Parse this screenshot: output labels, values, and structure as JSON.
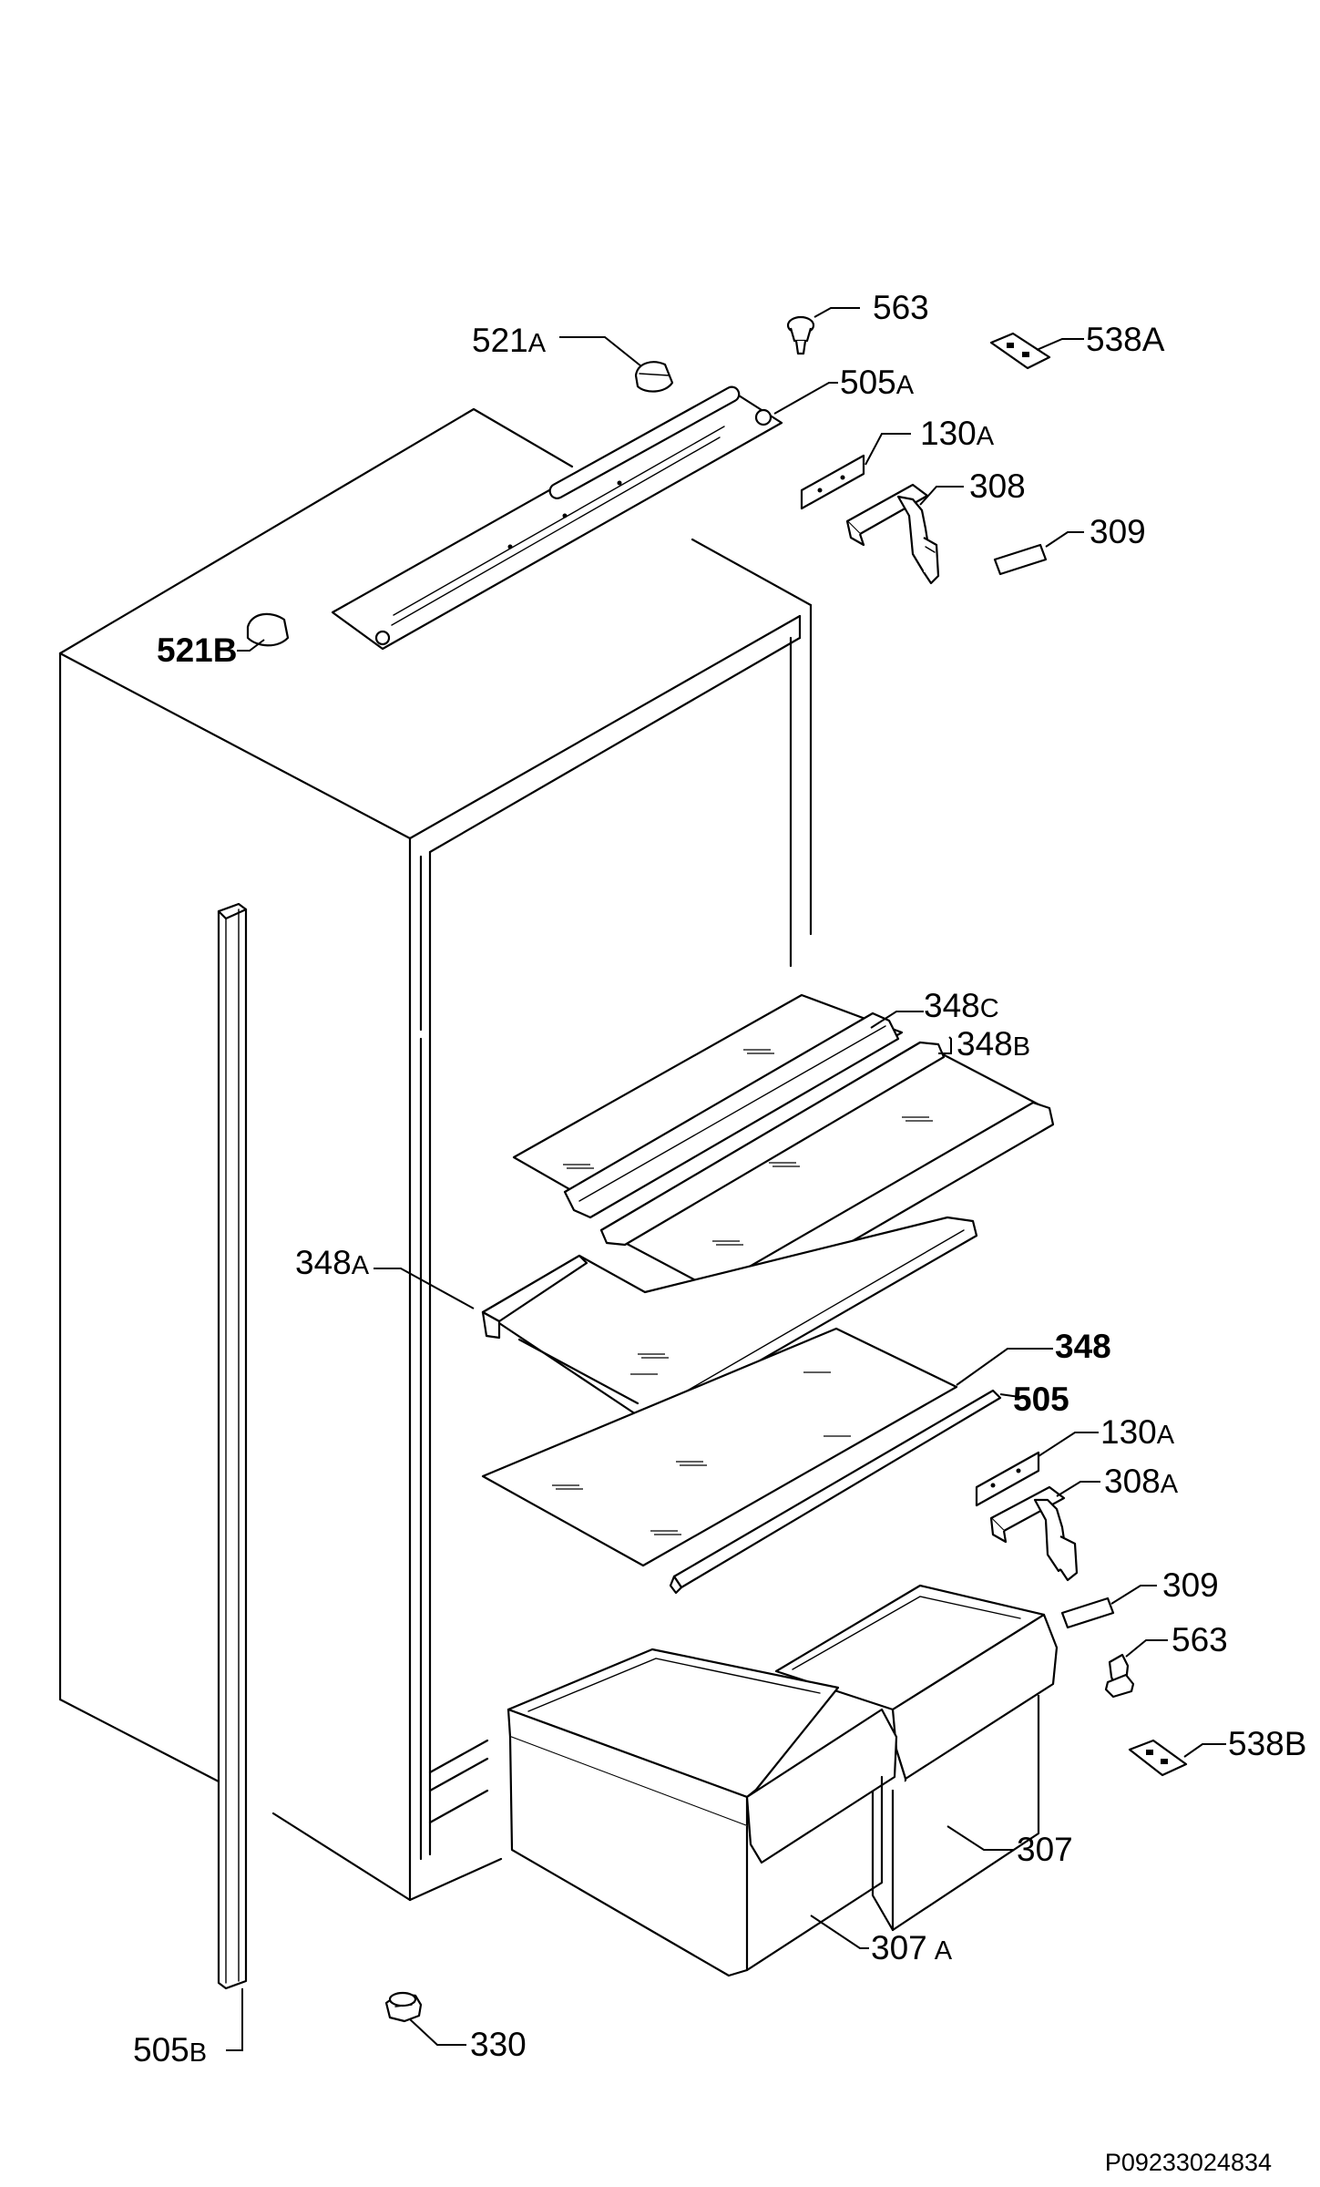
{
  "labels": {
    "l563_top": "563",
    "l538a": "538A",
    "l521a_main": "521",
    "l521a_suffix": "A",
    "l505a_main": "505",
    "l505a_suffix": "A",
    "l130a_top_main": "130",
    "l130a_top_suffix": "A",
    "l308": "308",
    "l309_top": "309",
    "l521b": "521B",
    "l348c_main": "348",
    "l348c_suffix": "C",
    "l348b_main": "348",
    "l348b_suffix": "B",
    "l348a_main": "348",
    "l348a_suffix": "A",
    "l348": "348",
    "l505": "505",
    "l130a_bot_main": "130",
    "l130a_bot_suffix": "A",
    "l308a_main": "308",
    "l308a_suffix": "A",
    "l309_bot": "309",
    "l563_bot": "563",
    "l538b": "538B",
    "l307": "307",
    "l307a_main": "307",
    "l307a_suffix": "A",
    "l505b_main": "505",
    "l505b_suffix": "B",
    "l330": "330"
  },
  "reference_number": "P09233024834",
  "icons": [
    "cabinet",
    "hinge",
    "plug",
    "shelf",
    "drawer",
    "seal-strip",
    "foot"
  ]
}
